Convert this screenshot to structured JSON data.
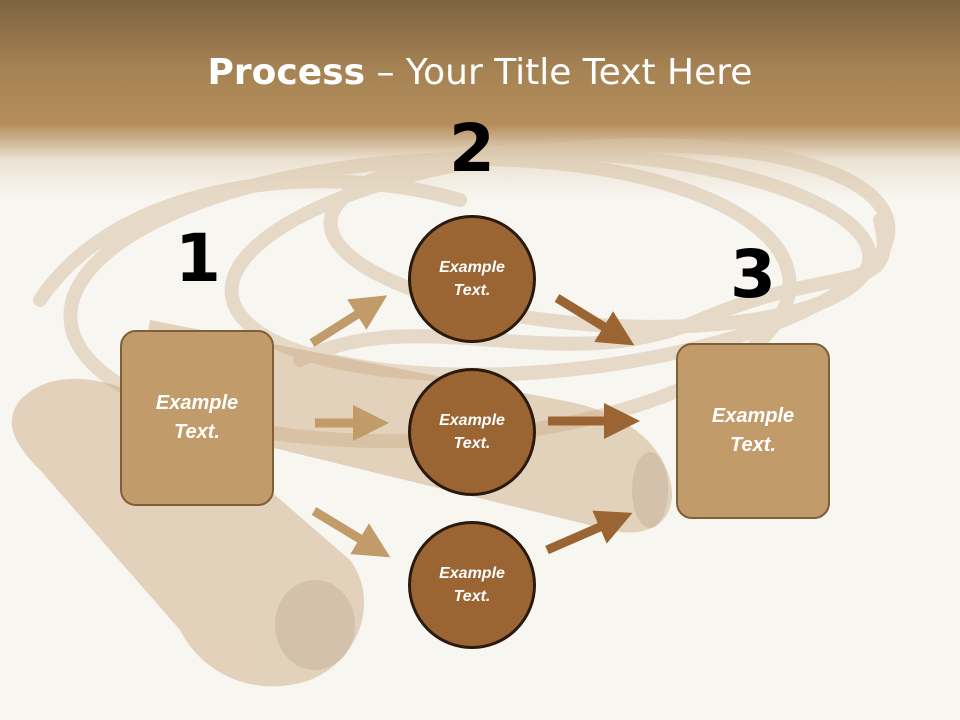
{
  "title": {
    "bold": "Process",
    "rest": " – Your Title Text Here"
  },
  "steps": [
    {
      "number": "1",
      "box_text": "Example Text."
    },
    {
      "number": "2"
    },
    {
      "number": "3",
      "box_text": "Example Text."
    }
  ],
  "circles": [
    {
      "text": "Example Text."
    },
    {
      "text": "Example Text."
    },
    {
      "text": "Example Text."
    }
  ],
  "colors": {
    "box_fill": "#c29b6a",
    "circle_fill": "#9a6533",
    "arrow_light": "#c29b6a",
    "arrow_dark": "#9a6533",
    "header": "#a68354"
  }
}
